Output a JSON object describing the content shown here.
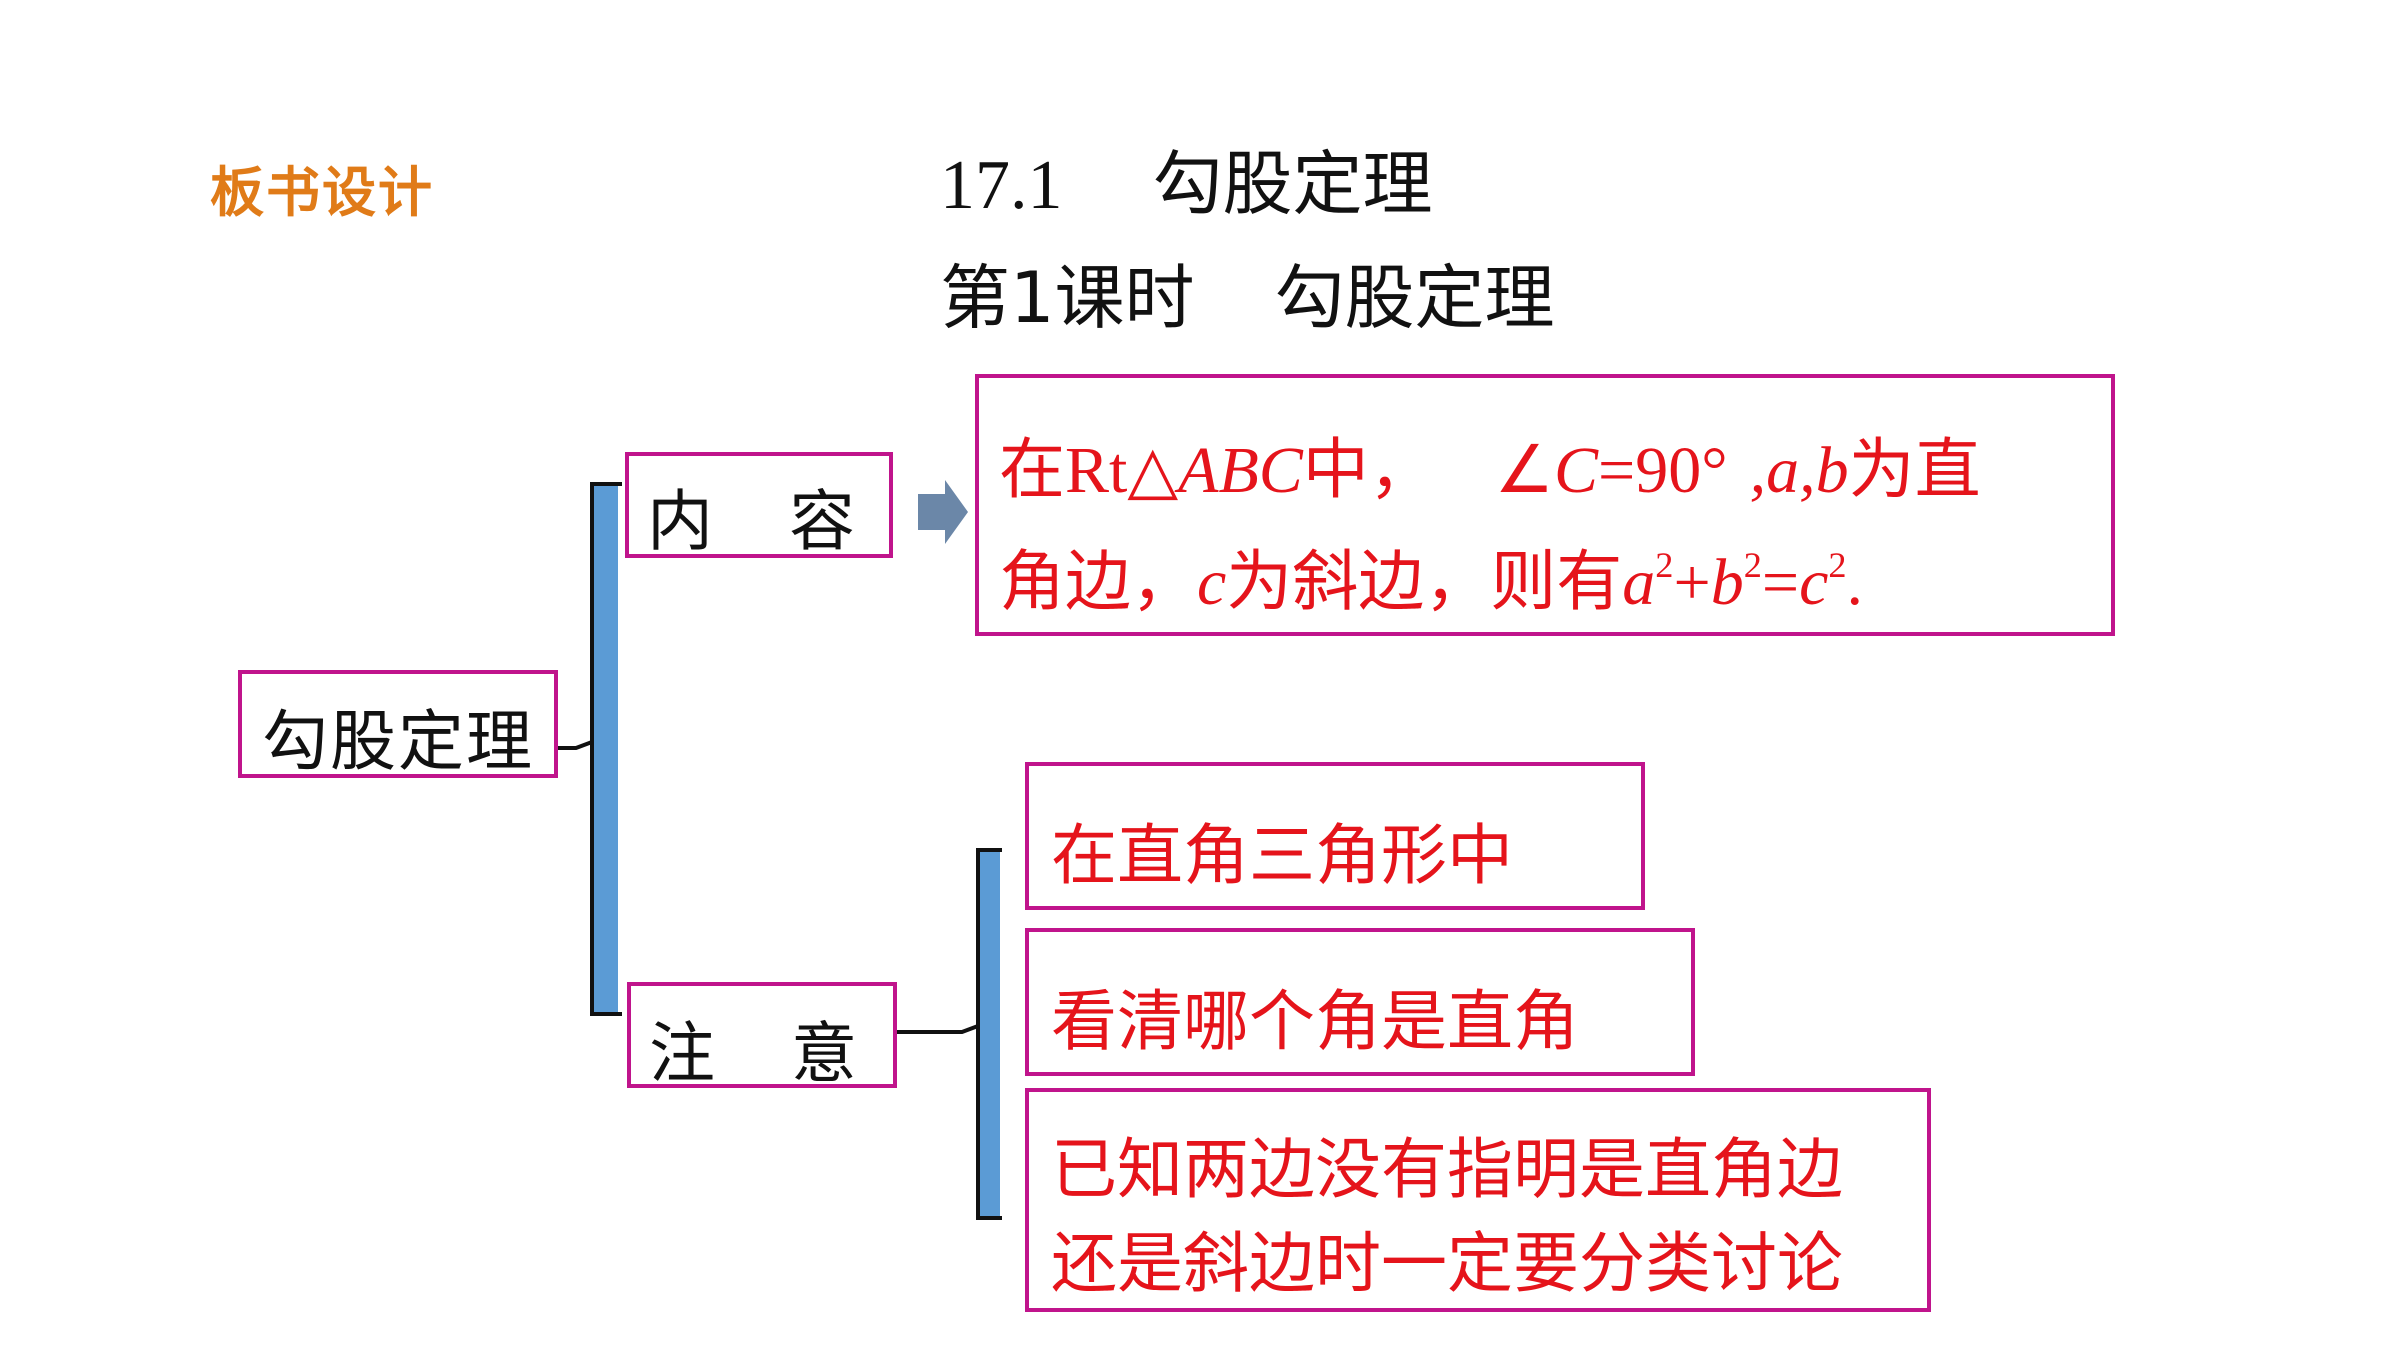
{
  "section_label": "板书设计",
  "title": {
    "number": "17.1",
    "name": "勾股定理",
    "lesson": "第1课时",
    "lesson_name": "勾股定理"
  },
  "root": {
    "label": "勾股定理"
  },
  "branches": {
    "content": {
      "label": "内容",
      "definition": {
        "line1": {
          "p1": "在",
          "p2": "Rt△",
          "p3": "ABC",
          "p4": "中，",
          "p5": "∠",
          "p6": "C",
          "p7": "=90°",
          "p8": ",",
          "p9": "a",
          "p10": ",",
          "p11": "b",
          "p12": "为直"
        },
        "line2": {
          "p1": "角边，",
          "p2": "c",
          "p3": "为斜边，则有",
          "p4": "a",
          "p5": "2",
          "p6": "+",
          "p7": "b",
          "p8": "2",
          "p9": "=",
          "p10": "c",
          "p11": "2",
          "p12": "."
        }
      }
    },
    "notice": {
      "label": "注意",
      "items": [
        "在直角三角形中",
        "看清哪个角是直角",
        "已知两边没有指明是直角边",
        "还是斜边时一定要分类讨论"
      ]
    }
  },
  "colors": {
    "accent": "#e07b18",
    "border": "#c0148c",
    "text_red": "#e5141b",
    "bracket_fill": "#5b9bd5",
    "arrow": "#6b87a8"
  }
}
